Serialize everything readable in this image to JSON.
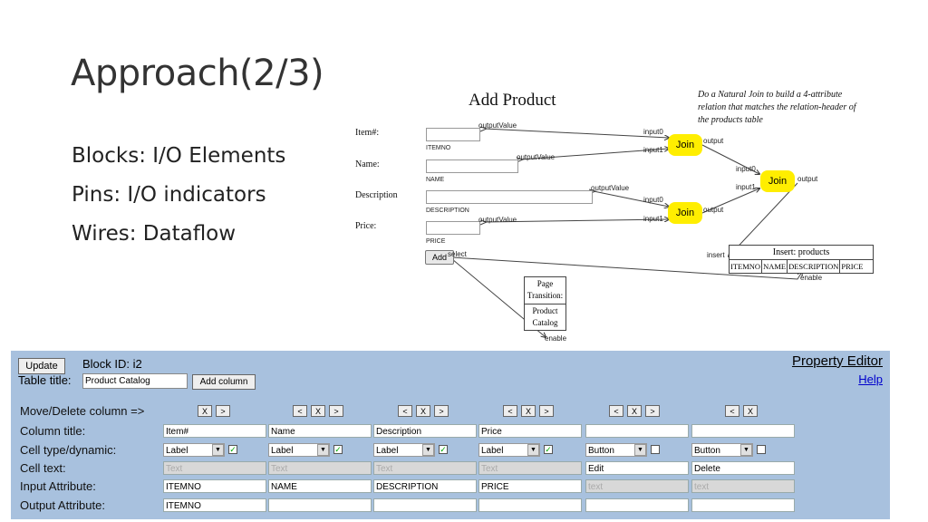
{
  "slide": {
    "title": "Approach(2/3)",
    "bullets": [
      "Blocks: I/O Elements",
      "Pins: I/O indicators",
      "Wires: Dataflow"
    ]
  },
  "diagram": {
    "heading": "Add Product",
    "note_lines": [
      "Do a Natural Join to build a 4-attribute",
      "relation that matches the relation-header of",
      "the products table"
    ],
    "fields": [
      {
        "label": "Item#:",
        "attr": "ITEMNO"
      },
      {
        "label": "Name:",
        "attr": "NAME"
      },
      {
        "label": "Description",
        "attr": "DESCRIPTION"
      },
      {
        "label": "Price:",
        "attr": "PRICE"
      }
    ],
    "pin_output_value": "outputValue",
    "pin_input0": "input0",
    "pin_input1": "input1",
    "pin_output": "output",
    "pin_select": "select",
    "pin_insert": "insert",
    "pin_enable": "enable",
    "join_label": "Join",
    "add_label": "Add",
    "insert_title": "Insert: products",
    "insert_columns": [
      "ITEMNO",
      "NAME",
      "DESCRIPTION",
      "PRICE"
    ],
    "page_title_lines": [
      "Page",
      "Transition:"
    ],
    "page_name_lines": [
      "Product",
      "Catalog"
    ]
  },
  "editor": {
    "title": "Property Editor",
    "help": "Help",
    "update_label": "Update",
    "block_id": "Block ID: i2",
    "table_title_label": "Table title:",
    "table_title_value": "Product Catalog",
    "add_column_label": "Add column",
    "row_labels": [
      "Move/Delete column =>",
      "Column title:",
      "Cell type/dynamic:",
      "Cell text:",
      "Input Attribute:",
      "Output Attribute:"
    ],
    "move_left": "<",
    "delete_x": "X",
    "move_right": ">",
    "placeholder_text": "Text",
    "placeholder_lower": "text",
    "columns": [
      {
        "title": "Item#",
        "type": "Label",
        "dynamic": true,
        "cell_text": "",
        "input_attr": "ITEMNO",
        "output_attr": "ITEMNO"
      },
      {
        "title": "Name",
        "type": "Label",
        "dynamic": true,
        "cell_text": "",
        "input_attr": "NAME",
        "output_attr": ""
      },
      {
        "title": "Description",
        "type": "Label",
        "dynamic": true,
        "cell_text": "",
        "input_attr": "DESCRIPTION",
        "output_attr": ""
      },
      {
        "title": "Price",
        "type": "Label",
        "dynamic": true,
        "cell_text": "",
        "input_attr": "PRICE",
        "output_attr": ""
      },
      {
        "title": "",
        "type": "Button",
        "dynamic": false,
        "cell_text": "Edit",
        "input_attr": "",
        "output_attr": ""
      },
      {
        "title": "",
        "type": "Button",
        "dynamic": false,
        "cell_text": "Delete",
        "input_attr": "",
        "output_attr": ""
      }
    ]
  }
}
